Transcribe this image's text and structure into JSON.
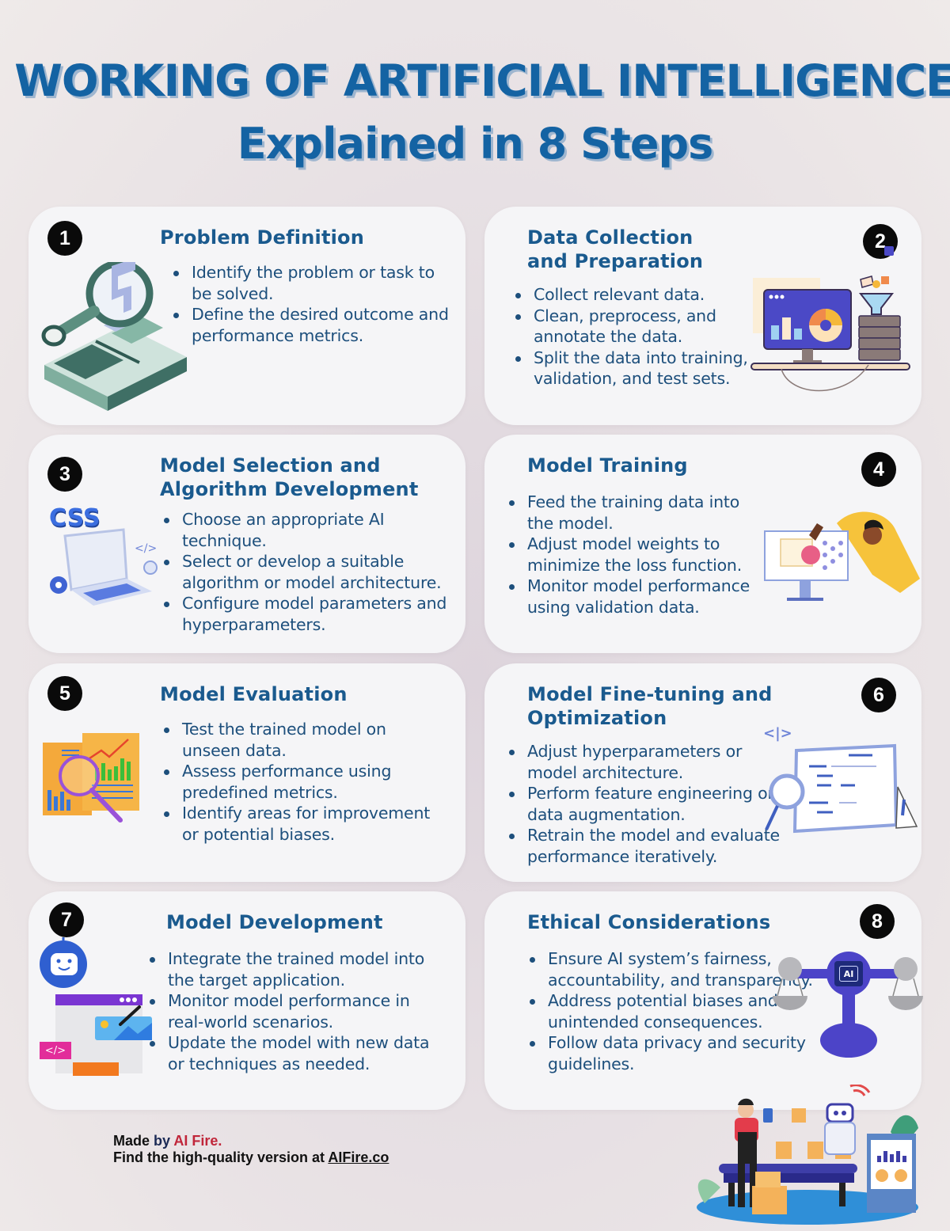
{
  "header": {
    "title_line1": "WORKING OF ARTIFICIAL INTELLIGENCE",
    "title_line2": "Explained in 8 Steps",
    "title_color": "#1463a3"
  },
  "steps": [
    {
      "number": "1",
      "heading": "Problem Definition",
      "illustration": "magnifier-document-icon",
      "bullets": [
        "Identify the problem or task to be solved.",
        "Define the desired outcome and performance metrics."
      ]
    },
    {
      "number": "2",
      "heading_line1": "Data Collection",
      "heading_line2": "and Preparation",
      "illustration": "monitor-server-funnel-icon",
      "bullets": [
        "Collect relevant data.",
        "Clean, preprocess, and annotate the data.",
        "Split the data into training, validation, and test sets."
      ]
    },
    {
      "number": "3",
      "heading_line1": "Model Selection and",
      "heading_line2": "Algorithm Development",
      "illustration": "css-laptop-gears-icon",
      "illustration_label": "CSS",
      "bullets": [
        "Choose an appropriate AI technique.",
        "Select or develop a suitable algorithm or model architecture.",
        "Configure model parameters and hyperparameters."
      ]
    },
    {
      "number": "4",
      "heading": "Model Training",
      "illustration": "person-monitor-icon",
      "bullets": [
        "Feed the training data into the model.",
        "Adjust model weights to minimize the loss function.",
        "Monitor model performance using validation data."
      ]
    },
    {
      "number": "5",
      "heading": "Model Evaluation",
      "illustration": "report-magnifier-icon",
      "bullets": [
        "Test the trained model on unseen data.",
        "Assess performance using predefined metrics.",
        "Identify areas for improvement or potential biases."
      ]
    },
    {
      "number": "6",
      "heading_line1": "Model Fine-tuning and",
      "heading_line2": "Optimization",
      "illustration": "code-window-magnifier-icon",
      "illustration_label": "<|>",
      "bullets": [
        "Adjust hyperparameters or model architecture.",
        "Perform feature engineering or data augmentation.",
        "Retrain the model and evaluate performance iteratively."
      ]
    },
    {
      "number": "7",
      "heading": "Model Development",
      "illustration": "robot-app-window-icon",
      "illustration_label": "</>",
      "bullets": [
        "Integrate the trained model into the target application.",
        "Monitor model performance in real-world scenarios.",
        "Update the model with new data or techniques as needed."
      ]
    },
    {
      "number": "8",
      "heading": "Ethical Considerations",
      "illustration": "ai-balance-scale-icon",
      "illustration_label": "AI",
      "bullets": [
        "Ensure AI system’s fairness, accountability, and transparency.",
        "Address potential biases and unintended consequences.",
        "Follow data privacy and security guidelines."
      ]
    }
  ],
  "footer": {
    "made_by_prefix": "Made ",
    "made_by_word": "by ",
    "brand": "AI Fire.",
    "line2_prefix": "Find the high-quality version at ",
    "link": "AIFire.co",
    "brand_color": "#c0263a"
  },
  "footer_illustration": "factory-robot-conveyor-icon"
}
